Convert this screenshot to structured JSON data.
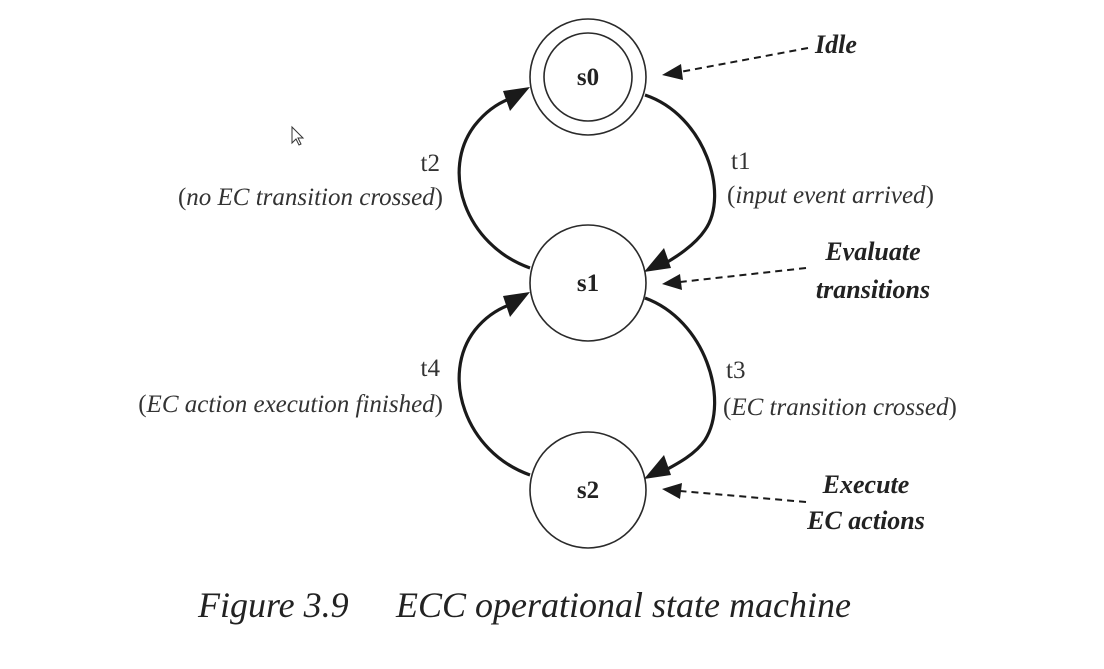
{
  "states": [
    {
      "id": "s0",
      "label": "s0",
      "initial": true
    },
    {
      "id": "s1",
      "label": "s1",
      "initial": false
    },
    {
      "id": "s2",
      "label": "s2",
      "initial": false
    }
  ],
  "transitions": [
    {
      "id": "t1",
      "name": "t1",
      "condition": "input event arrived",
      "from": "s0",
      "to": "s1"
    },
    {
      "id": "t2",
      "name": "t2",
      "condition": "no EC transition crossed",
      "from": "s1",
      "to": "s0"
    },
    {
      "id": "t3",
      "name": "t3",
      "condition": "EC transition crossed",
      "from": "s1",
      "to": "s2"
    },
    {
      "id": "t4",
      "name": "t4",
      "condition": "EC action execution finished",
      "from": "s2",
      "to": "s1"
    }
  ],
  "annotations": [
    {
      "id": "idle",
      "target": "s0",
      "lines": [
        "Idle"
      ]
    },
    {
      "id": "evaluate",
      "target": "s1",
      "lines": [
        "Evaluate",
        "transitions"
      ]
    },
    {
      "id": "execute",
      "target": "s2",
      "lines": [
        "Execute",
        "EC actions"
      ]
    }
  ],
  "caption": {
    "number": "Figure 3.9",
    "title": "ECC operational state machine"
  },
  "icons": {
    "cursor": "mouse-pointer-icon"
  }
}
